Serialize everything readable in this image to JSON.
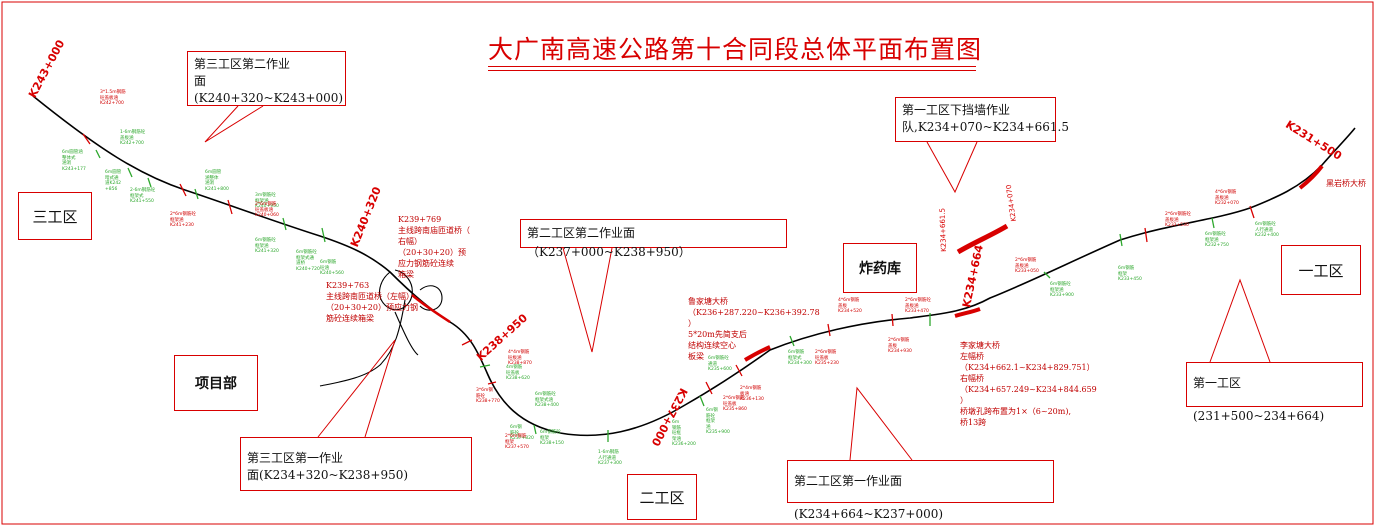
{
  "title": "大广南高速公路第十合同段总体平面布置图",
  "work_zones": {
    "zone1": "一工区",
    "zone2": "二工区",
    "zone3": "三工区",
    "project_dept": "项目部",
    "explosives": "炸药库"
  },
  "callouts": {
    "zone3_face2": "第三工区第二作业\n面(K240+320~K243+000)",
    "zone2_face2": "第二工区第二作业面（K237+000~K238+950）",
    "zone1_wall": "第一工区下挡墙作业\n队,K234+070~K234+661.5",
    "zone3_face1": "第三工区第一作业\n面(K234+320~K238+950)",
    "zone2_face1": "第二工区第一作业面(K234+664~K237+000)",
    "zone1_face": "第一工区(231+500~234+664)"
  },
  "stakes": {
    "k243": "K243+000",
    "k240": "K240+320",
    "k238": "K238+950",
    "k237": "K237+000",
    "k234_664": "K234+664",
    "k231": "K231+500",
    "k234_070": "K234+070",
    "k234_661": "K234+661.5"
  },
  "annotations": {
    "bridge_k239_769": "K239+769\n主线跨南庙匝道桥（\n右幅）\n（20+30+20）预\n应力钢筋砼连续\n箱梁",
    "bridge_k239_763": "K239+763\n主线跨南匝道桥（左幅）\n（20+30+20）预应力钢\n筋砼连续箱梁",
    "bridge_lujia": "鲁家塘大桥\n（K236+287.220~K236+392.78\n）\n5*20m先简支后\n结构连续空心\n板梁",
    "bridge_lijia": "李家塘大桥\n左幅桥\n（K234+662.1~K234+829.751）\n右幅桥\n（K234+657.249~K234+844.659\n）\n桥墩孔跨布置为1×（6~20m),\n桥13跨",
    "bridge_heiyan": "黑岩桥大桥"
  },
  "green_labels": [
    "6m圆管涵\n整体式\n涵洞\nK243+177",
    "6m圆管\n暗式通\n道K242\n+856",
    "1-6m钢筋砼\n盖板涵\nK242+700",
    "6m圆管\n涵整体\n涵洞\nK241+800",
    "2-6m钢筋砼\n框架式\nK241+550",
    "6m钢筋砼\n框架涵\nK241+320",
    "3m钢筋砼\n框架涵\nK240+950",
    "6m钢筋砼\n框架式通\n道桥\nK240+720",
    "6m钢筋\n砼涵\nK240+560",
    "4m钢筋\n砼盖板\nK238+620",
    "6m钢筋砼\n框架式涵\nK238+400",
    "6m钢筋砼\n框架\nK238+150",
    "6m钢\n筋砼\nK237+820",
    "1-6m钢筋\n人行通道\nK237+300",
    "6m\n钢筋\n砼框\n架涵\nK236+200",
    "6m钢\n筋砼\n框架\n涵\nK235+900",
    "6m钢筋砼\n通道\nK235+600",
    "6m钢筋\n框架式\nK234+300",
    "6m钢筋砼\n框架涵\nK233+900",
    "6m钢筋\n框架\nK233+450",
    "6m钢筋砼\n框架涵\nK232+750",
    "6m钢筋砼\n人行通道\nK232+400"
  ],
  "red_labels": [
    "3*1.5m钢筋\n砼盖板涵\nK242+700",
    "2*6m钢筋砼\n框架涵\nK241+230",
    "2*6m钢筋\n砼盖板涵\nK240+060",
    "4*4m钢筋\n砼板涵\nK238+870",
    "3*6m钢\n筋砼\nK238+770",
    "2*6m钢筋\n框架\nK237+570",
    "2*4m钢筋\n板涵\nK236+130",
    "2*6m钢筋\n砼盖板\nK235+860",
    "2*6m钢筋\n砼盖板\nK235+230",
    "2*6m钢筋\n盖板\nK234+930",
    "4*6m钢筋\n盖板\nK234+520",
    "2*6m钢筋砼\n盖板涵\nK233+470",
    "2*6m钢筋\n盖板涵\nK233+050",
    "2*6m钢筋砼\n盖板涵\nK232+530",
    "4*6m钢筋\n盖板涵\nK232+070"
  ],
  "colors": {
    "road": "#000000",
    "accent": "#d80000",
    "green": "#2ea82e"
  }
}
